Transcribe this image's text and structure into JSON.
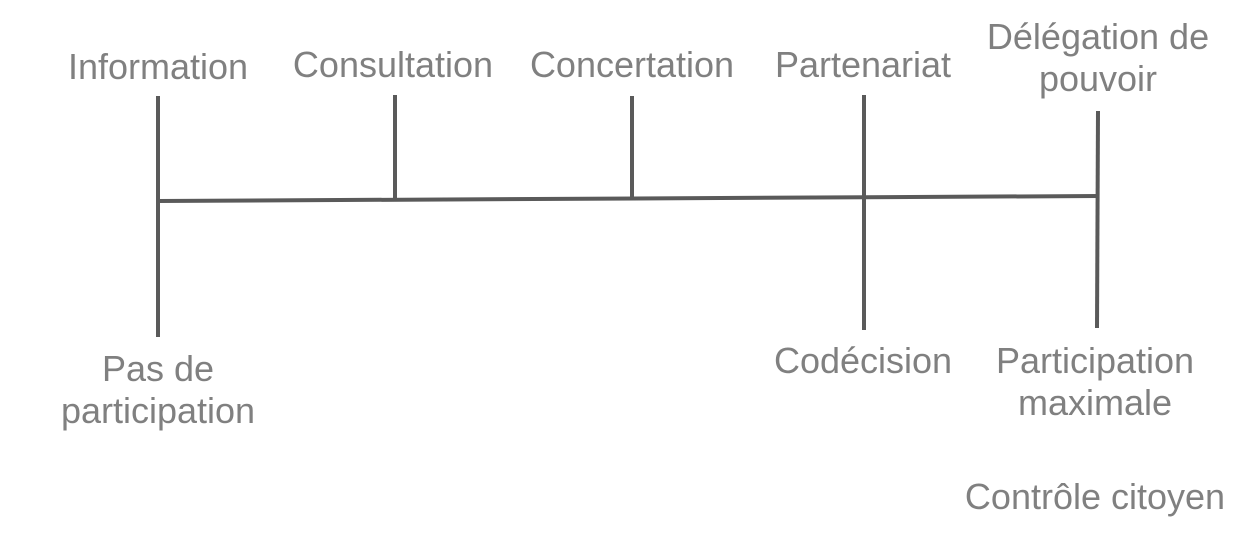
{
  "colors": {
    "line": "#5a5a5a",
    "text": "#808080",
    "background": "#ffffff"
  },
  "top_labels": [
    {
      "id": "information",
      "lines": [
        "Information"
      ]
    },
    {
      "id": "consultation",
      "lines": [
        "Consultation"
      ]
    },
    {
      "id": "concertation",
      "lines": [
        "Concertation"
      ]
    },
    {
      "id": "partenariat",
      "lines": [
        "Partenariat"
      ]
    },
    {
      "id": "delegation",
      "lines": [
        "Délégation de",
        "pouvoir"
      ]
    }
  ],
  "bottom_labels": [
    {
      "id": "pas-de-participation",
      "lines": [
        "Pas de",
        "participation"
      ]
    },
    {
      "id": "codecision",
      "lines": [
        "Codécision"
      ]
    },
    {
      "id": "participation-maximale",
      "lines": [
        "Participation",
        "maximale"
      ]
    },
    {
      "id": "controle-citoyen",
      "lines": [
        "Contrôle citoyen"
      ]
    }
  ]
}
